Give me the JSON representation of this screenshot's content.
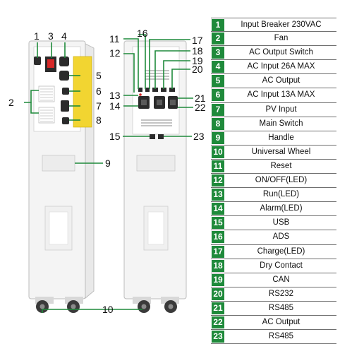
{
  "legend": [
    {
      "num": "1",
      "label": "Input Breaker 230VAC"
    },
    {
      "num": "2",
      "label": "Fan"
    },
    {
      "num": "3",
      "label": "AC Output Switch"
    },
    {
      "num": "4",
      "label": "AC Input 26A MAX"
    },
    {
      "num": "5",
      "label": "AC Output"
    },
    {
      "num": "6",
      "label": "AC Input 13A MAX"
    },
    {
      "num": "7",
      "label": "PV Input"
    },
    {
      "num": "8",
      "label": "Main Switch"
    },
    {
      "num": "9",
      "label": "Handle"
    },
    {
      "num": "10",
      "label": "Universal Wheel"
    },
    {
      "num": "11",
      "label": "Reset"
    },
    {
      "num": "12",
      "label": "ON/OFF(LED)"
    },
    {
      "num": "13",
      "label": "Run(LED)"
    },
    {
      "num": "14",
      "label": "Alarm(LED)"
    },
    {
      "num": "15",
      "label": "USB"
    },
    {
      "num": "16",
      "label": "ADS"
    },
    {
      "num": "17",
      "label": "Charge(LED)"
    },
    {
      "num": "18",
      "label": "Dry Contact"
    },
    {
      "num": "19",
      "label": "CAN"
    },
    {
      "num": "20",
      "label": "RS232"
    },
    {
      "num": "21",
      "label": "RS485"
    },
    {
      "num": "22",
      "label": "AC Output"
    },
    {
      "num": "23",
      "label": "RS485"
    }
  ],
  "callouts": {
    "c1": "1",
    "c2": "2",
    "c3": "3",
    "c4": "4",
    "c5": "5",
    "c6": "6",
    "c7": "7",
    "c8": "8",
    "c9": "9",
    "c10": "10",
    "c11": "11",
    "c12": "12",
    "c13": "13",
    "c14": "14",
    "c15": "15",
    "c16": "16",
    "c17": "17",
    "c18": "18",
    "c19": "19",
    "c20": "20",
    "c21": "21",
    "c22": "22",
    "c23": "23"
  },
  "colors": {
    "accent": "#1f8a3b",
    "panel_yellow": "#f2d531",
    "cabinet": "#f4f4f4",
    "outline": "#b8b8b8"
  }
}
